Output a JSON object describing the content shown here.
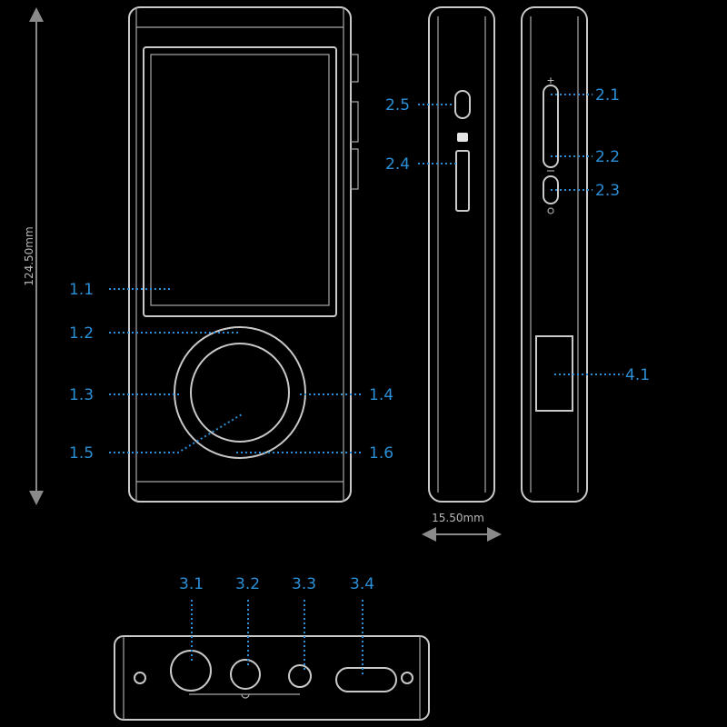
{
  "labels": {
    "l1_1": "1.1",
    "l1_2": "1.2",
    "l1_3": "1.3",
    "l1_4": "1.4",
    "l1_5": "1.5",
    "l1_6": "1.6",
    "l2_1": "2.1",
    "l2_2": "2.2",
    "l2_3": "2.3",
    "l2_4": "2.4",
    "l2_5": "2.5",
    "l3_1": "3.1",
    "l3_2": "3.2",
    "l3_3": "3.3",
    "l3_4": "3.4",
    "l4_1": "4.1"
  },
  "dimensions": {
    "height": "124.50mm",
    "depth": "15.50mm"
  },
  "colors": {
    "label": "#2b8fd6",
    "outline": "#c9c9c9",
    "background": "#000000"
  }
}
